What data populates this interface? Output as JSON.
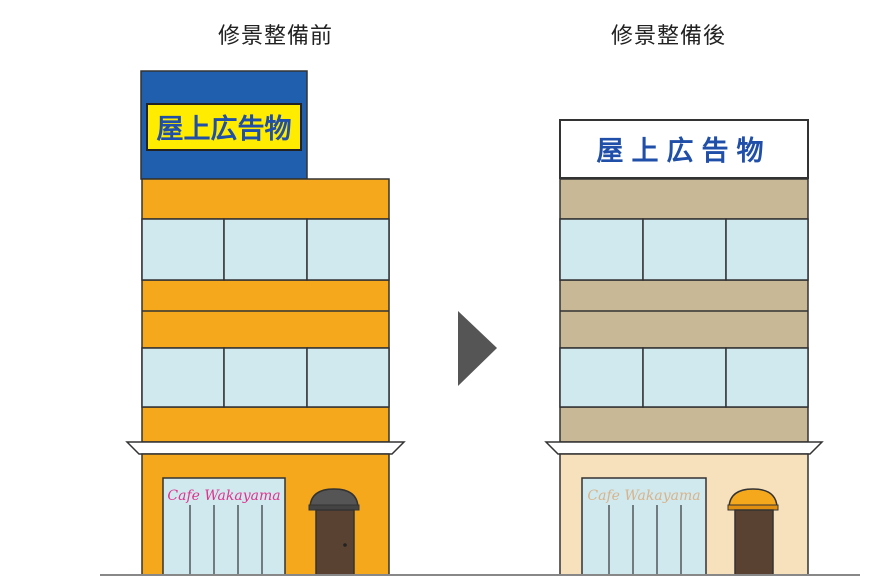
{
  "before": {
    "caption": "修景整備前",
    "sign_text": "屋上広告物",
    "shop_sign": "Cafe Wakayama",
    "colors": {
      "sign_band": "#1f5fae",
      "sign_board": "#ffec00",
      "sign_text": "#1f4fa8",
      "body": "#f5a81c",
      "window": "#cfe9ef",
      "ground_floor": "#f5a81c",
      "awning": "#555555",
      "door": "#5a4232",
      "shop_sign": "#e0338f"
    }
  },
  "after": {
    "caption": "修景整備後",
    "sign_text": "屋上広告物",
    "shop_sign": "Cafe Wakayama",
    "colors": {
      "sign_board": "#ffffff",
      "sign_text": "#1f4fa8",
      "body": "#c9b896",
      "window": "#cfe9ef",
      "ground_floor": "#f7e0bc",
      "awning": "#f5a81c",
      "door": "#5a4232",
      "shop_sign": "#d9b38a"
    }
  },
  "arrow": {
    "color": "#555555",
    "icon": "arrow-right-icon"
  }
}
